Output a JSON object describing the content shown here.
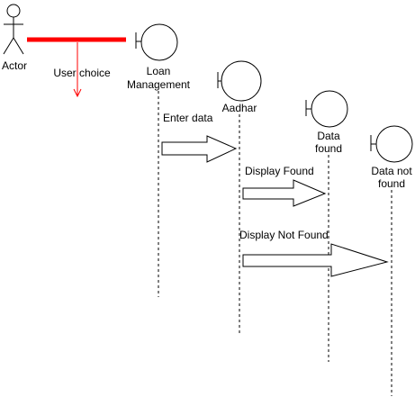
{
  "actor": {
    "label": "Actor"
  },
  "lifelines": [
    {
      "id": "loan",
      "label_lines": [
        "Loan",
        "Management"
      ]
    },
    {
      "id": "aadhar",
      "label_lines": [
        "Aadhar"
      ]
    },
    {
      "id": "found",
      "label_lines": [
        "Data",
        "found"
      ]
    },
    {
      "id": "notfound",
      "label_lines": [
        "Data not",
        "found"
      ]
    }
  ],
  "messages": [
    {
      "id": "user-choice",
      "label": "User choice"
    },
    {
      "id": "enter-data",
      "label": "Enter data"
    },
    {
      "id": "display-found",
      "label": "Display Found"
    },
    {
      "id": "display-not-found",
      "label": "Display Not Found"
    }
  ],
  "colors": {
    "stroke": "#000000",
    "highlight": "#ff0000",
    "background": "#ffffff"
  }
}
